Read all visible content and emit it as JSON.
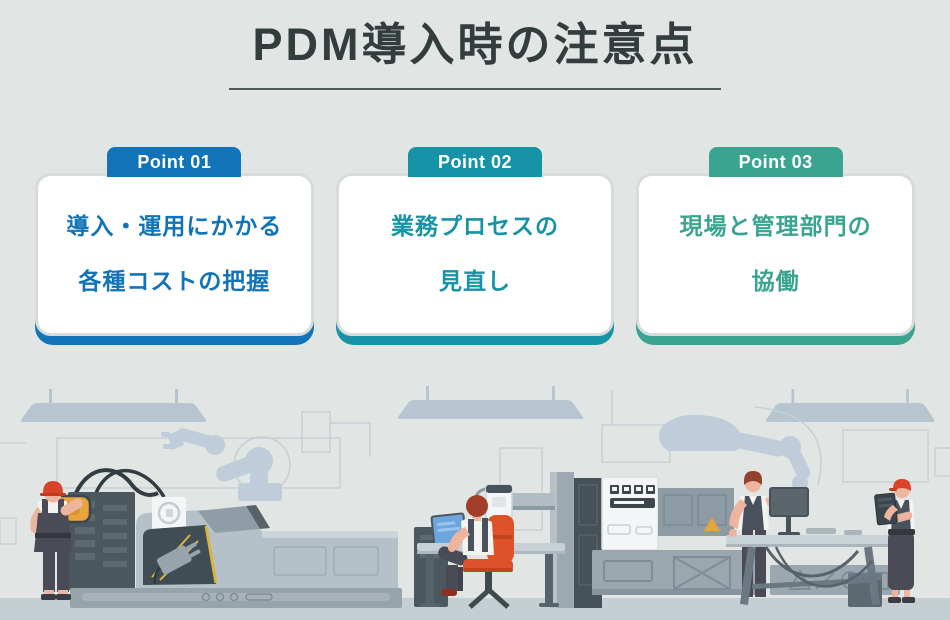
{
  "page": {
    "title": "PDM導入時の注意点",
    "background": "#e1e6e4",
    "title_color": "#333d3d"
  },
  "points": [
    {
      "badge": "Point 01",
      "line1": "導入・運用にかかる",
      "line2": "各種コストの把握",
      "accent": "#1173b8"
    },
    {
      "badge": "Point 02",
      "line1": "業務プロセスの",
      "line2": "見直し",
      "accent": "#1693a6"
    },
    {
      "badge": "Point 03",
      "line1": "現場と管理部門の",
      "line2": "協働",
      "accent": "#3aa490"
    }
  ],
  "illustration": {
    "wall_color": "#e1e6e4",
    "floor_color": "#c5ced2",
    "silhouette_color": "#bfccd9",
    "outline_color": "#c9d1d5",
    "machine_dark": "#4c585f",
    "machine_mid": "#97a4ab",
    "machine_light": "#b5c1c8",
    "panel_white": "#f3f5f6",
    "accent_yellow": "#e8a33b",
    "accent_red": "#d8432a",
    "chair_orange": "#df5128",
    "skin_tone": "#edb49e",
    "clothes_dark": "#4b4b57",
    "screen_blue": "#6ca6de"
  }
}
